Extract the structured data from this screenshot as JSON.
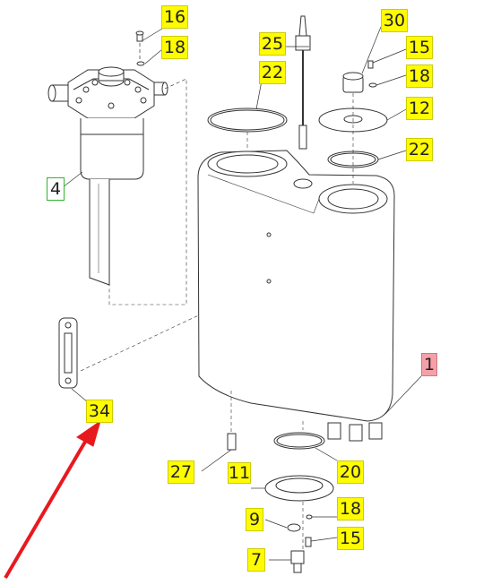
{
  "diagram": {
    "colors": {
      "yellow": "#fffb00",
      "pink": "#f5a0a8",
      "green": "#2fb52f",
      "arrow": "#e8191e",
      "line": "#333333"
    },
    "callouts": [
      {
        "id": "16",
        "text": "16",
        "style": "yellow"
      },
      {
        "id": "18a",
        "text": "18",
        "style": "yellow"
      },
      {
        "id": "25",
        "text": "25",
        "style": "yellow"
      },
      {
        "id": "22a",
        "text": "22",
        "style": "yellow"
      },
      {
        "id": "30",
        "text": "30",
        "style": "yellow"
      },
      {
        "id": "15a",
        "text": "15",
        "style": "yellow"
      },
      {
        "id": "18b",
        "text": "18",
        "style": "yellow"
      },
      {
        "id": "12",
        "text": "12",
        "style": "yellow"
      },
      {
        "id": "22b",
        "text": "22",
        "style": "yellow"
      },
      {
        "id": "4",
        "text": "4",
        "style": "green"
      },
      {
        "id": "1",
        "text": "1",
        "style": "pink"
      },
      {
        "id": "34",
        "text": "34",
        "style": "yellow"
      },
      {
        "id": "27",
        "text": "27",
        "style": "yellow"
      },
      {
        "id": "11",
        "text": "11",
        "style": "yellow"
      },
      {
        "id": "20",
        "text": "20",
        "style": "yellow"
      },
      {
        "id": "9",
        "text": "9",
        "style": "yellow"
      },
      {
        "id": "18c",
        "text": "18",
        "style": "yellow"
      },
      {
        "id": "15b",
        "text": "15",
        "style": "yellow"
      },
      {
        "id": "7",
        "text": "7",
        "style": "yellow"
      }
    ]
  }
}
